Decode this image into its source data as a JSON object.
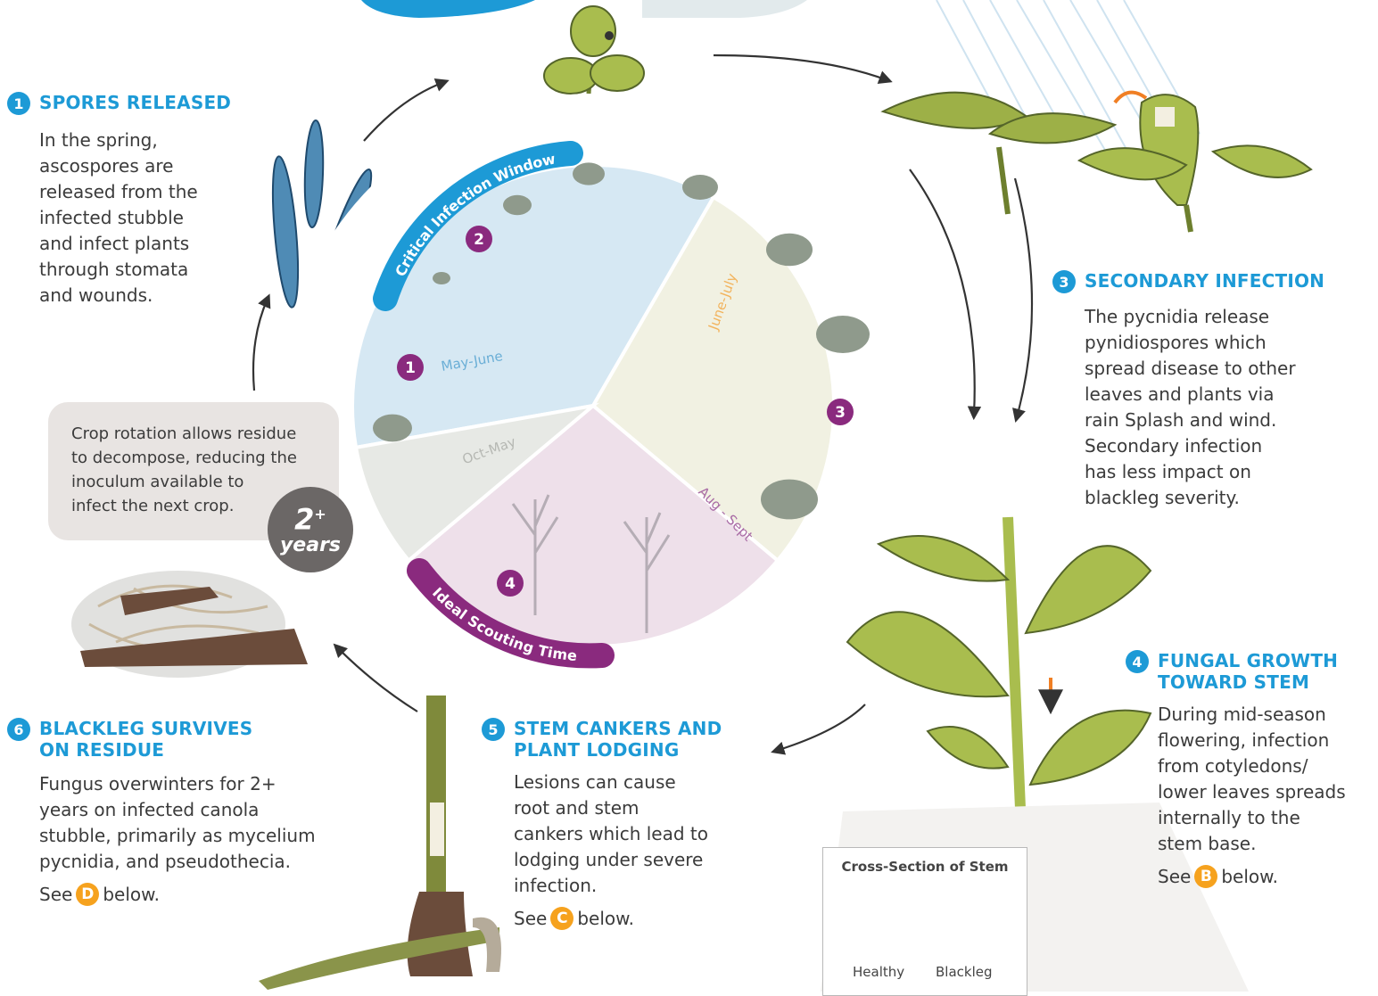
{
  "steps": [
    {
      "num": "1",
      "title": "SPORES RELEASED",
      "body": [
        "In the spring,",
        "ascospores are",
        "released from the",
        "infected stubble",
        "and infect plants",
        "through stomata",
        "and wounds."
      ]
    },
    {
      "num": "3",
      "title": "SECONDARY INFECTION",
      "body": [
        "The pycnidia release",
        "pynidiospores which",
        "spread disease to other",
        "leaves and plants via",
        "rain Splash and wind.",
        "Secondary infection",
        "has less impact on",
        "blackleg severity."
      ]
    },
    {
      "num": "4",
      "title_lines": [
        "FUNGAL GROWTH",
        "TOWARD STEM"
      ],
      "body": [
        "During mid-season",
        "flowering, infection",
        "from cotyledons/",
        "lower leaves spreads",
        "internally to the",
        "stem base."
      ],
      "see": {
        "pre": "See",
        "badge": "B",
        "post": "below."
      }
    },
    {
      "num": "5",
      "title_lines": [
        "STEM CANKERS AND",
        "PLANT LODGING"
      ],
      "body": [
        "Lesions can cause",
        "root and stem",
        "cankers which lead to",
        "lodging under severe",
        "infection."
      ],
      "see": {
        "pre": "See",
        "badge": "C",
        "post": "below."
      }
    },
    {
      "num": "6",
      "title_lines": [
        "BLACKLEG SURVIVES",
        "ON RESIDUE"
      ],
      "body": [
        "Fungus overwinters for 2+",
        "years on infected canola",
        "stubble, primarily as mycelium",
        "pycnidia, and pseudothecia."
      ],
      "see": {
        "pre": "See",
        "badge": "D",
        "post": "below."
      }
    }
  ],
  "note": {
    "text": [
      "Crop rotation allows residue",
      "to decompose, reducing the",
      "inoculum available to",
      "infect the next crop."
    ],
    "badge_top": "2",
    "badge_sup": "+",
    "badge_bottom": "years"
  },
  "wheel": {
    "banner_top": "Critical Infection Window",
    "banner_bottom": "Ideal Scouting Time",
    "segments": [
      {
        "label": "May-June",
        "num": "1",
        "color": "#d6e8f3",
        "text_color": "#6aaed6"
      },
      {
        "label": "June-July",
        "num": "3",
        "color": "#f1f1e2",
        "text_color": "#f2b35c"
      },
      {
        "label": "Aug - Sept",
        "num": "4",
        "color": "#eee0ea",
        "text_color": "#a86aa4"
      },
      {
        "label": "Oct-May",
        "num": "",
        "color": "#e7e9e5",
        "text_color": "#b6b8b3"
      }
    ],
    "phase_number_2": "2"
  },
  "cross_section": {
    "title": "Cross-Section of Stem",
    "healthy": "Healthy",
    "blackleg": "Blackleg"
  },
  "colors": {
    "accent_blue": "#1d9ad6",
    "orange": "#f6a21e",
    "purple": "#8a2a7e",
    "leaf_green": "#a9bd4e",
    "dark_leaf": "#6d7f2e"
  }
}
